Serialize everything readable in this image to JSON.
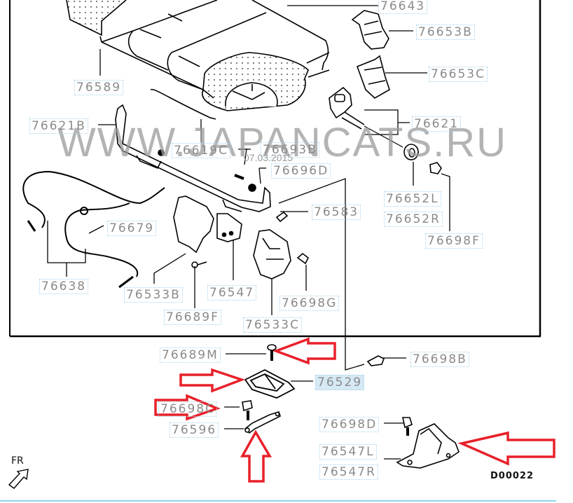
{
  "diagram": {
    "watermark": "WWW.JAPANCATS.RU",
    "watermark_date": "07.03.2015",
    "diagram_code": "D00022",
    "orientation_label": "FR",
    "selected_part": "76529",
    "colors": {
      "annotation_arrow": "#e8202a",
      "label_text": "#8a8a8a",
      "label_border": "#a9d4ec",
      "selected_bg": "#d6e9f5",
      "frame": "#000000"
    }
  },
  "parts": [
    {
      "id": "76643",
      "label": "76643"
    },
    {
      "id": "76653B",
      "label": "76653B"
    },
    {
      "id": "76653C",
      "label": "76653C"
    },
    {
      "id": "76589",
      "label": "76589"
    },
    {
      "id": "76621B",
      "label": "76621B"
    },
    {
      "id": "76621",
      "label": "76621"
    },
    {
      "id": "76619C",
      "label": "76619C"
    },
    {
      "id": "76693B",
      "label": "76693B"
    },
    {
      "id": "76696D",
      "label": "76696D"
    },
    {
      "id": "76652L",
      "label": "76652L"
    },
    {
      "id": "76652R",
      "label": "76652R"
    },
    {
      "id": "76698F",
      "label": "76698F"
    },
    {
      "id": "76583",
      "label": "76583"
    },
    {
      "id": "76679",
      "label": "76679"
    },
    {
      "id": "76638",
      "label": "76638"
    },
    {
      "id": "76533B",
      "label": "76533B"
    },
    {
      "id": "76547",
      "label": "76547"
    },
    {
      "id": "76698G",
      "label": "76698G"
    },
    {
      "id": "76689F",
      "label": "76689F"
    },
    {
      "id": "76533C",
      "label": "76533C"
    },
    {
      "id": "76689M",
      "label": "76689M"
    },
    {
      "id": "76698B",
      "label": "76698B"
    },
    {
      "id": "76529",
      "label": "76529"
    },
    {
      "id": "76698C",
      "label": "76698C"
    },
    {
      "id": "76596",
      "label": "76596"
    },
    {
      "id": "76698D",
      "label": "76698D"
    },
    {
      "id": "76547L",
      "label": "76547L"
    },
    {
      "id": "76547R",
      "label": "76547R"
    }
  ]
}
